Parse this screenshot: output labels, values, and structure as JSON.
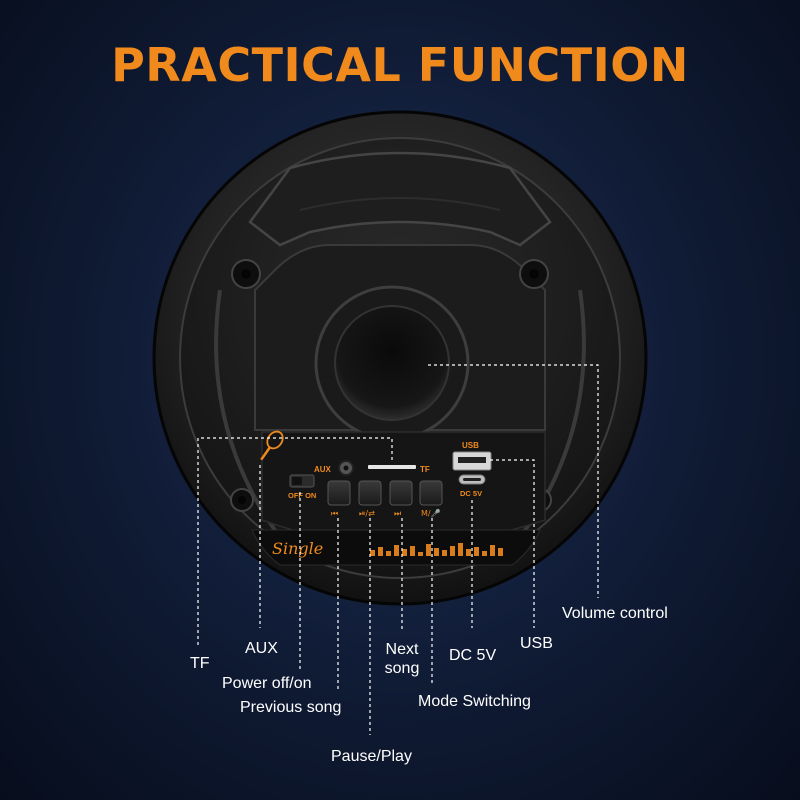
{
  "headline": "PRACTICAL FUNCTION",
  "accent_color": "#f08a1c",
  "panel": {
    "aux_label": "AUX",
    "tf_label": "TF",
    "switch_label": "OFF ON",
    "usb_label": "USB",
    "dc_label": "DC 5V",
    "button_symbols": [
      "⏮",
      "⏯/⇄",
      "⏭",
      "M/🎤"
    ],
    "brand": "Single"
  },
  "callouts": {
    "volume": "Volume control",
    "usb": "USB",
    "dc": "DC 5V",
    "next_line1": "Next",
    "next_line2": "song",
    "aux": "AUX",
    "tf": "TF",
    "power": "Power off/on",
    "previous": "Previous song",
    "mode": "Mode Switching",
    "pause": "Pause/Play"
  }
}
